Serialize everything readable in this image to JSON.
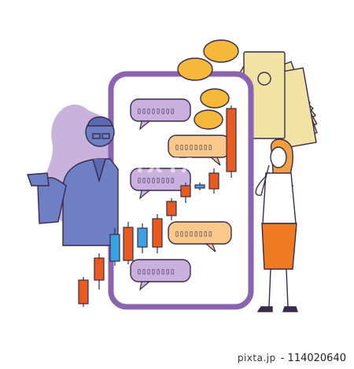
{
  "watermark": {
    "text": "PIXTA"
  },
  "footer": {
    "logo_text": "pixta.jp",
    "image_id": "- 114020640"
  },
  "colors": {
    "phone_frame": "#8a64b0",
    "phone_screen": "#ffffff",
    "bubble_purple": "#c9b0dd",
    "bubble_orange": "#f8c98a",
    "candle_red": "#e85a1e",
    "candle_blue": "#3aa3df",
    "man_suit": "#6f7fc4",
    "man_bg_blob": "#c7b3dc",
    "money": "#f2e3a4",
    "coin": "#f5b83a",
    "woman_skirt": "#ee7a22",
    "outline": "#3a2b4d"
  }
}
